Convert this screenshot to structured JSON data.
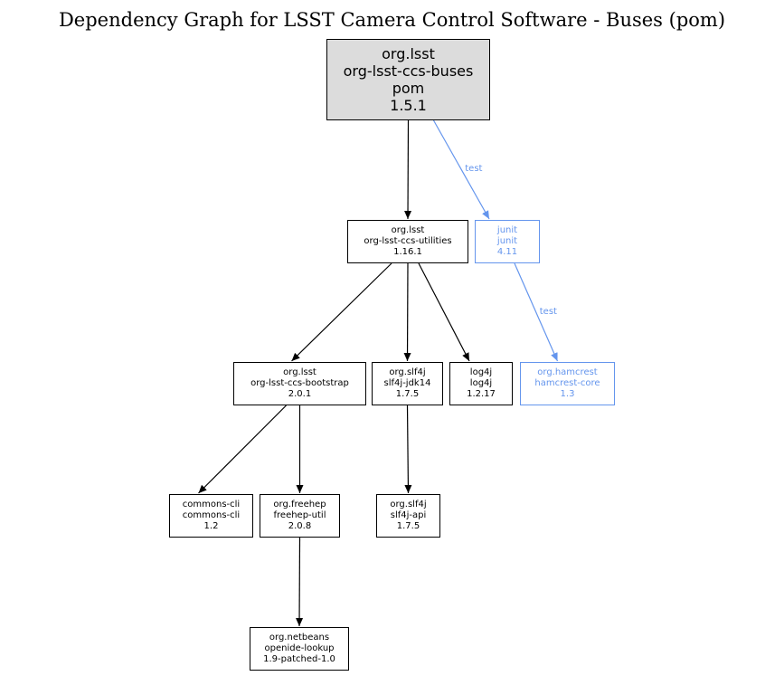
{
  "title": "Dependency Graph for LSST Camera Control Software - Buses (pom)",
  "colors": {
    "normal": "#000000",
    "test": "#6495ed",
    "root_fill": "#dcdcdc"
  },
  "nodes": {
    "buses": {
      "group": "org.lsst",
      "artifact": "org-lsst-ccs-buses",
      "type": "pom",
      "version": "1.5.1"
    },
    "utilities": {
      "group": "org.lsst",
      "artifact": "org-lsst-ccs-utilities",
      "version": "1.16.1"
    },
    "junit": {
      "group": "junit",
      "artifact": "junit",
      "version": "4.11"
    },
    "bootstrap": {
      "group": "org.lsst",
      "artifact": "org-lsst-ccs-bootstrap",
      "version": "2.0.1"
    },
    "slf4jjdk14": {
      "group": "org.slf4j",
      "artifact": "slf4j-jdk14",
      "version": "1.7.5"
    },
    "log4j": {
      "group": "log4j",
      "artifact": "log4j",
      "version": "1.2.17"
    },
    "hamcrest": {
      "group": "org.hamcrest",
      "artifact": "hamcrest-core",
      "version": "1.3"
    },
    "commonscli": {
      "group": "commons-cli",
      "artifact": "commons-cli",
      "version": "1.2"
    },
    "freehep": {
      "group": "org.freehep",
      "artifact": "freehep-util",
      "version": "2.0.8"
    },
    "slf4japi": {
      "group": "org.slf4j",
      "artifact": "slf4j-api",
      "version": "1.7.5"
    },
    "openide": {
      "group": "org.netbeans",
      "artifact": "openide-lookup",
      "version": "1.9-patched-1.0"
    }
  },
  "edges": [
    {
      "from": "buses",
      "to": "utilities",
      "kind": "normal"
    },
    {
      "from": "buses",
      "to": "junit",
      "kind": "test",
      "label": "test"
    },
    {
      "from": "utilities",
      "to": "bootstrap",
      "kind": "normal"
    },
    {
      "from": "utilities",
      "to": "slf4jjdk14",
      "kind": "normal"
    },
    {
      "from": "utilities",
      "to": "log4j",
      "kind": "normal"
    },
    {
      "from": "junit",
      "to": "hamcrest",
      "kind": "test",
      "label": "test"
    },
    {
      "from": "bootstrap",
      "to": "commonscli",
      "kind": "normal"
    },
    {
      "from": "bootstrap",
      "to": "freehep",
      "kind": "normal"
    },
    {
      "from": "slf4jjdk14",
      "to": "slf4japi",
      "kind": "normal"
    },
    {
      "from": "freehep",
      "to": "openide",
      "kind": "normal"
    }
  ]
}
